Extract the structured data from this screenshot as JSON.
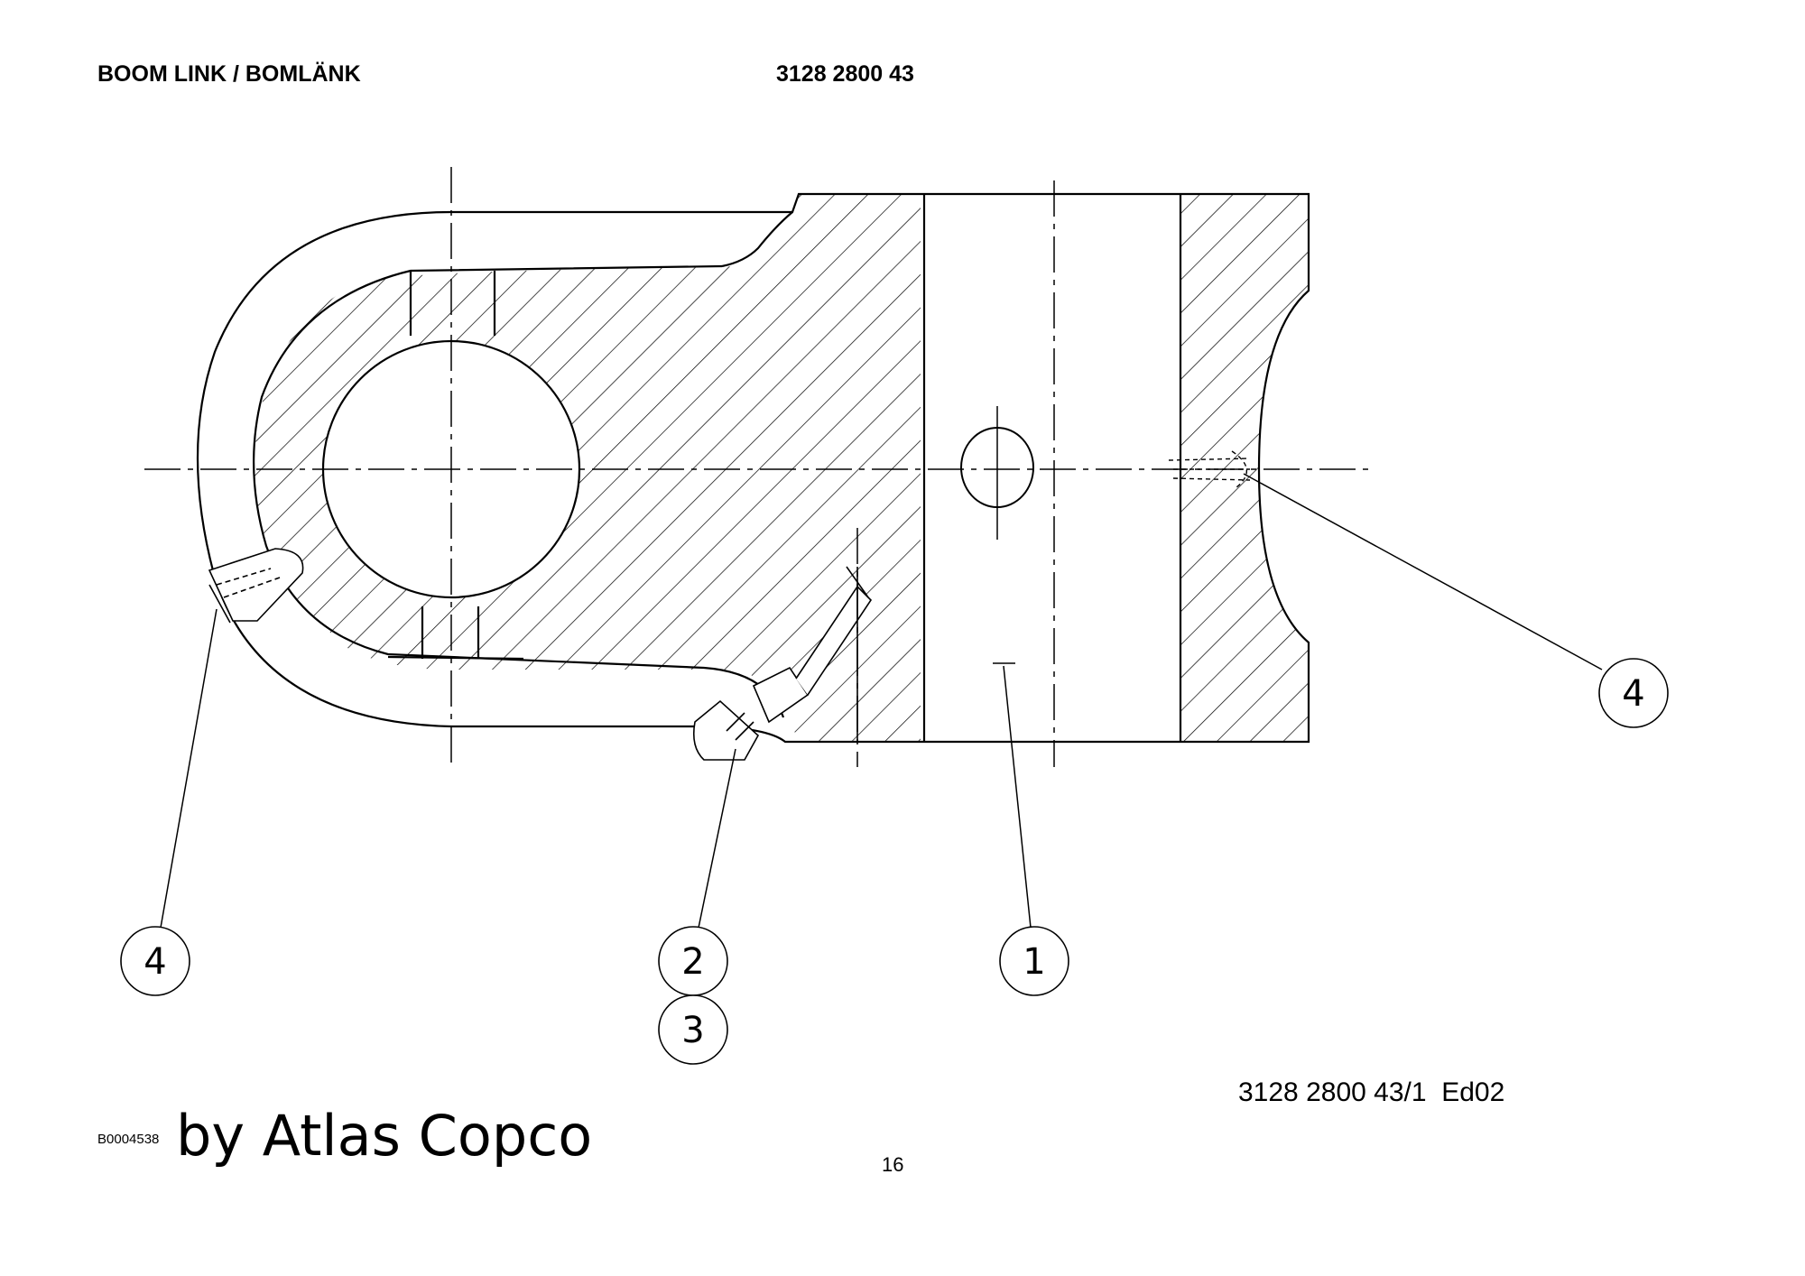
{
  "header": {
    "title": "BOOM LINK / BOMLÄNK",
    "part_number": "3128 2800 43"
  },
  "callouts": [
    "4",
    "2",
    "3",
    "1",
    "4"
  ],
  "footer": {
    "drawing_reference": "3128 2800 43/1  Ed02",
    "figure_id": "B0004538",
    "brand_text": "by Atlas Copco",
    "page_number": "16"
  }
}
